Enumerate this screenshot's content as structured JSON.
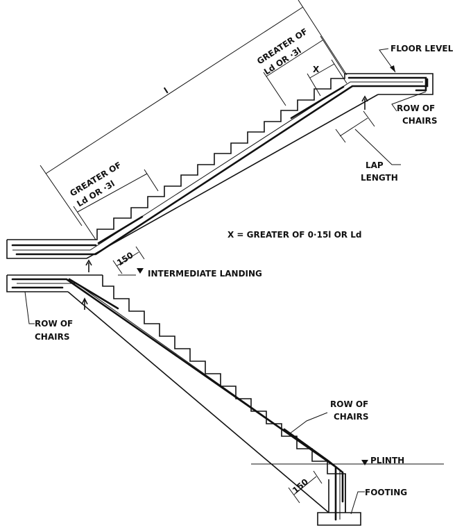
{
  "labels": {
    "floor_level": "FLOOR LEVEL",
    "row_of_chairs_top_1": "ROW  OF",
    "row_of_chairs_top_2": "CHAIRS",
    "greater_top_1": "GREATER OF",
    "greater_top_2": "Ld  OR ·3l",
    "dim_x": "X",
    "dim_l": "l",
    "lap_length_1": "LAP",
    "lap_length_2": "LENGTH",
    "greater_mid_1": "GREATER OF",
    "greater_mid_2": "Ld  OR ·3l",
    "dim_150_upper": "150",
    "x_note": "X = GREATER OF 0·15l OR  Ld",
    "intermediate_landing": "INTERMEDIATE LANDING",
    "row_of_chairs_left_1": "ROW OF",
    "row_of_chairs_left_2": "CHAIRS",
    "row_of_chairs_bottom_1": "ROW OF",
    "row_of_chairs_bottom_2": "CHAIRS",
    "plinth": "PLINTH",
    "dim_150_lower": "150",
    "footing": "FOOTING"
  },
  "colors": {
    "ink": "#111111",
    "paper": "#ffffff"
  }
}
